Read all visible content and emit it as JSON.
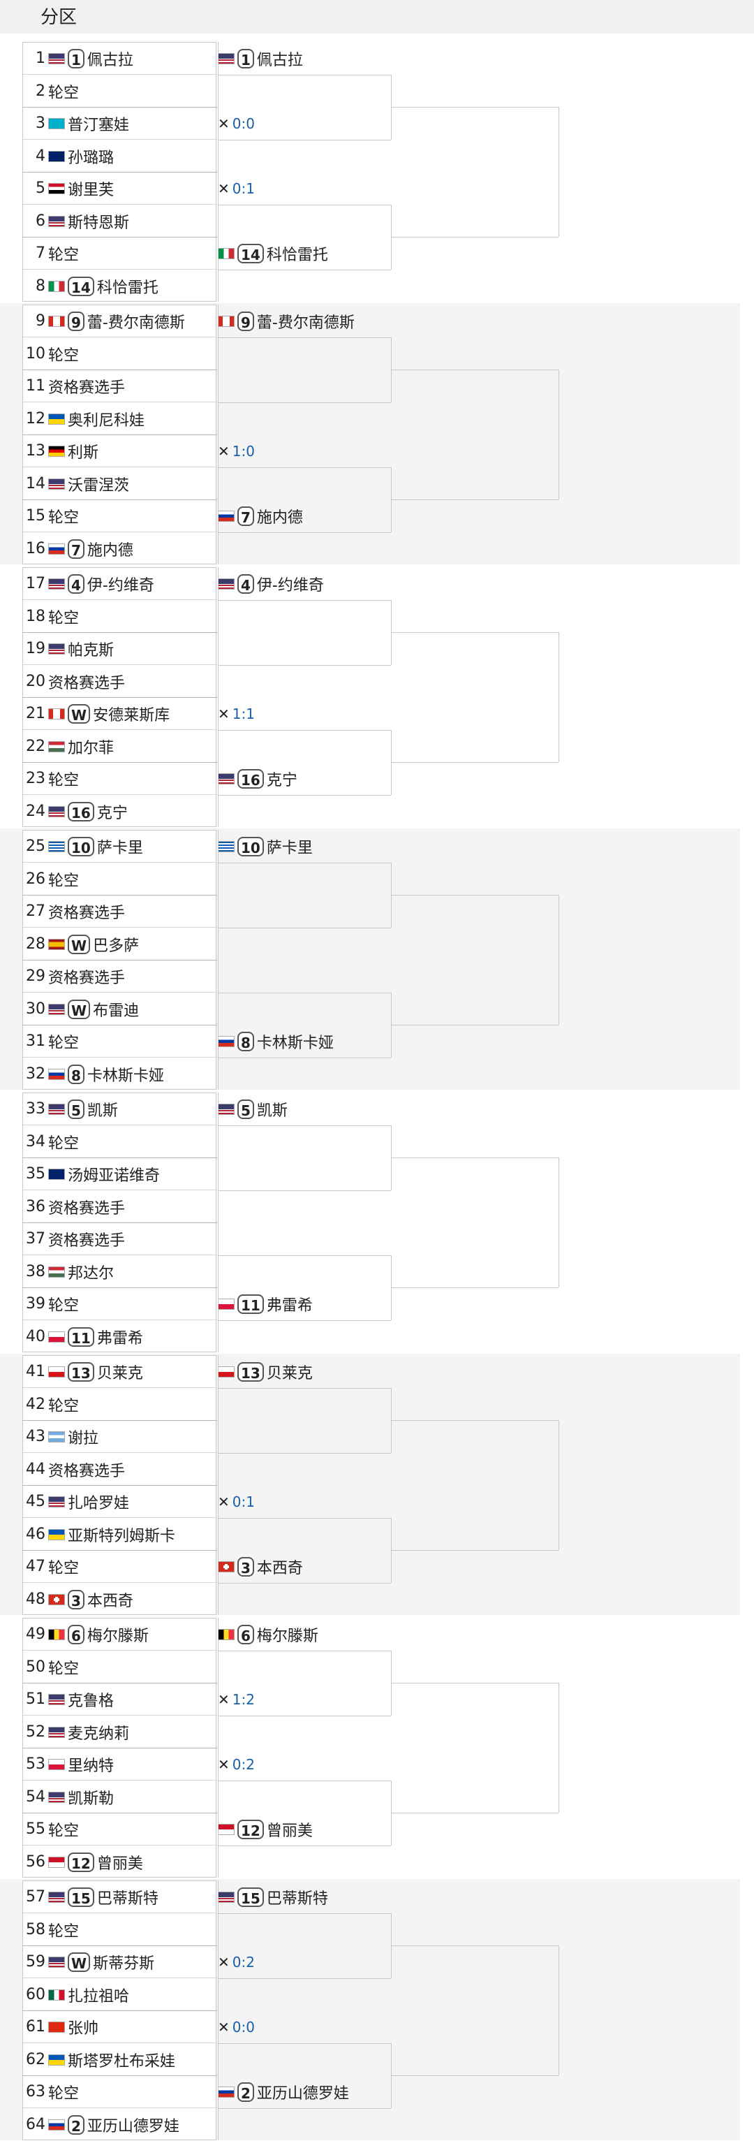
{
  "header": {
    "title": "分区"
  },
  "colors": {
    "score": "#1a5fa8"
  },
  "sections": [
    {
      "r1": [
        {
          "num": "1",
          "flag": "us",
          "seed": "1",
          "name": "佩古拉"
        },
        {
          "num": "2",
          "name": "轮空"
        },
        {
          "num": "3",
          "flag": "kz",
          "name": "普汀塞娃"
        },
        {
          "num": "4",
          "flag": "au",
          "name": "孙璐璐"
        },
        {
          "num": "5",
          "flag": "eg",
          "name": "谢里芙"
        },
        {
          "num": "6",
          "flag": "us",
          "name": "斯特恩斯"
        },
        {
          "num": "7",
          "name": "轮空"
        },
        {
          "num": "8",
          "flag": "it",
          "seed": "14",
          "name": "科恰雷托"
        }
      ],
      "r2": [
        {
          "slot": 0,
          "flag": "us",
          "seed": "1",
          "name": "佩古拉"
        },
        {
          "slot": 2,
          "score": "0:0"
        },
        {
          "slot": 4,
          "score": "0:1"
        },
        {
          "slot": 6,
          "flag": "it",
          "seed": "14",
          "name": "科恰雷托"
        }
      ]
    },
    {
      "r1": [
        {
          "num": "9",
          "flag": "ca",
          "seed": "9",
          "name": "蕾-费尔南德斯"
        },
        {
          "num": "10",
          "name": "轮空"
        },
        {
          "num": "11",
          "name": "资格赛选手"
        },
        {
          "num": "12",
          "flag": "ua",
          "name": "奥利尼科娃"
        },
        {
          "num": "13",
          "flag": "de",
          "name": "利斯"
        },
        {
          "num": "14",
          "flag": "us",
          "name": "沃雷涅茨"
        },
        {
          "num": "15",
          "name": "轮空"
        },
        {
          "num": "16",
          "flag": "ru",
          "seed": "7",
          "name": "施内德"
        }
      ],
      "r2": [
        {
          "slot": 0,
          "flag": "ca",
          "seed": "9",
          "name": "蕾-费尔南德斯"
        },
        {
          "slot": 4,
          "score": "1:0"
        },
        {
          "slot": 6,
          "flag": "ru",
          "seed": "7",
          "name": "施内德"
        }
      ]
    },
    {
      "r1": [
        {
          "num": "17",
          "flag": "us",
          "seed": "4",
          "name": "伊-约维奇"
        },
        {
          "num": "18",
          "name": "轮空"
        },
        {
          "num": "19",
          "flag": "us",
          "name": "帕克斯"
        },
        {
          "num": "20",
          "name": "资格赛选手"
        },
        {
          "num": "21",
          "flag": "ca",
          "seed": "W",
          "name": "安德莱斯库"
        },
        {
          "num": "22",
          "flag": "hu",
          "name": "加尔菲"
        },
        {
          "num": "23",
          "name": "轮空"
        },
        {
          "num": "24",
          "flag": "us",
          "seed": "16",
          "name": "克宁"
        }
      ],
      "r2": [
        {
          "slot": 0,
          "flag": "us",
          "seed": "4",
          "name": "伊-约维奇"
        },
        {
          "slot": 4,
          "score": "1:1"
        },
        {
          "slot": 6,
          "flag": "us",
          "seed": "16",
          "name": "克宁"
        }
      ]
    },
    {
      "r1": [
        {
          "num": "25",
          "flag": "gr",
          "seed": "10",
          "name": "萨卡里"
        },
        {
          "num": "26",
          "name": "轮空"
        },
        {
          "num": "27",
          "name": "资格赛选手"
        },
        {
          "num": "28",
          "flag": "es",
          "seed": "W",
          "name": "巴多萨"
        },
        {
          "num": "29",
          "name": "资格赛选手"
        },
        {
          "num": "30",
          "flag": "us",
          "seed": "W",
          "name": "布雷迪"
        },
        {
          "num": "31",
          "name": "轮空"
        },
        {
          "num": "32",
          "flag": "ru",
          "seed": "8",
          "name": "卡林斯卡娅"
        }
      ],
      "r2": [
        {
          "slot": 0,
          "flag": "gr",
          "seed": "10",
          "name": "萨卡里"
        },
        {
          "slot": 6,
          "flag": "ru",
          "seed": "8",
          "name": "卡林斯卡娅"
        }
      ]
    },
    {
      "r1": [
        {
          "num": "33",
          "flag": "us",
          "seed": "5",
          "name": "凯斯"
        },
        {
          "num": "34",
          "name": "轮空"
        },
        {
          "num": "35",
          "flag": "au",
          "name": "汤姆亚诺维奇"
        },
        {
          "num": "36",
          "name": "资格赛选手"
        },
        {
          "num": "37",
          "name": "资格赛选手"
        },
        {
          "num": "38",
          "flag": "hu",
          "name": "邦达尔"
        },
        {
          "num": "39",
          "name": "轮空"
        },
        {
          "num": "40",
          "flag": "pl",
          "seed": "11",
          "name": "弗雷希"
        }
      ],
      "r2": [
        {
          "slot": 0,
          "flag": "us",
          "seed": "5",
          "name": "凯斯"
        },
        {
          "slot": 6,
          "flag": "pl",
          "seed": "11",
          "name": "弗雷希"
        }
      ]
    },
    {
      "r1": [
        {
          "num": "41",
          "flag": "cz",
          "seed": "13",
          "name": "贝莱克"
        },
        {
          "num": "42",
          "name": "轮空"
        },
        {
          "num": "43",
          "flag": "ar",
          "name": "谢拉"
        },
        {
          "num": "44",
          "name": "资格赛选手"
        },
        {
          "num": "45",
          "flag": "us",
          "name": "扎哈罗娃"
        },
        {
          "num": "46",
          "flag": "ua",
          "name": "亚斯特列姆斯卡"
        },
        {
          "num": "47",
          "name": "轮空"
        },
        {
          "num": "48",
          "flag": "ch",
          "seed": "3",
          "name": "本西奇"
        }
      ],
      "r2": [
        {
          "slot": 0,
          "flag": "cz",
          "seed": "13",
          "name": "贝莱克"
        },
        {
          "slot": 4,
          "score": "0:1"
        },
        {
          "slot": 6,
          "flag": "ch",
          "seed": "3",
          "name": "本西奇"
        }
      ]
    },
    {
      "r1": [
        {
          "num": "49",
          "flag": "be",
          "seed": "6",
          "name": "梅尔滕斯"
        },
        {
          "num": "50",
          "name": "轮空"
        },
        {
          "num": "51",
          "flag": "us",
          "name": "克鲁格"
        },
        {
          "num": "52",
          "flag": "us",
          "name": "麦克纳莉"
        },
        {
          "num": "53",
          "flag": "pl",
          "name": "里纳特"
        },
        {
          "num": "54",
          "flag": "us",
          "name": "凯斯勒"
        },
        {
          "num": "55",
          "name": "轮空"
        },
        {
          "num": "56",
          "flag": "id",
          "seed": "12",
          "name": "曾丽美"
        }
      ],
      "r2": [
        {
          "slot": 0,
          "flag": "be",
          "seed": "6",
          "name": "梅尔滕斯"
        },
        {
          "slot": 2,
          "score": "1:2"
        },
        {
          "slot": 4,
          "score": "0:2"
        },
        {
          "slot": 6,
          "flag": "id",
          "seed": "12",
          "name": "曾丽美"
        }
      ]
    },
    {
      "r1": [
        {
          "num": "57",
          "flag": "us",
          "seed": "15",
          "name": "巴蒂斯特"
        },
        {
          "num": "58",
          "name": "轮空"
        },
        {
          "num": "59",
          "flag": "us",
          "seed": "W",
          "name": "斯蒂芬斯"
        },
        {
          "num": "60",
          "flag": "mx",
          "name": "扎拉祖哈"
        },
        {
          "num": "61",
          "flag": "cn",
          "name": "张帅"
        },
        {
          "num": "62",
          "flag": "ua",
          "name": "斯塔罗杜布采娃"
        },
        {
          "num": "63",
          "name": "轮空"
        },
        {
          "num": "64",
          "flag": "ru",
          "seed": "2",
          "name": "亚历山德罗娃"
        }
      ],
      "r2": [
        {
          "slot": 0,
          "flag": "us",
          "seed": "15",
          "name": "巴蒂斯特"
        },
        {
          "slot": 2,
          "score": "0:2"
        },
        {
          "slot": 4,
          "score": "0:0"
        },
        {
          "slot": 6,
          "flag": "ru",
          "seed": "2",
          "name": "亚历山德罗娃"
        }
      ]
    }
  ]
}
